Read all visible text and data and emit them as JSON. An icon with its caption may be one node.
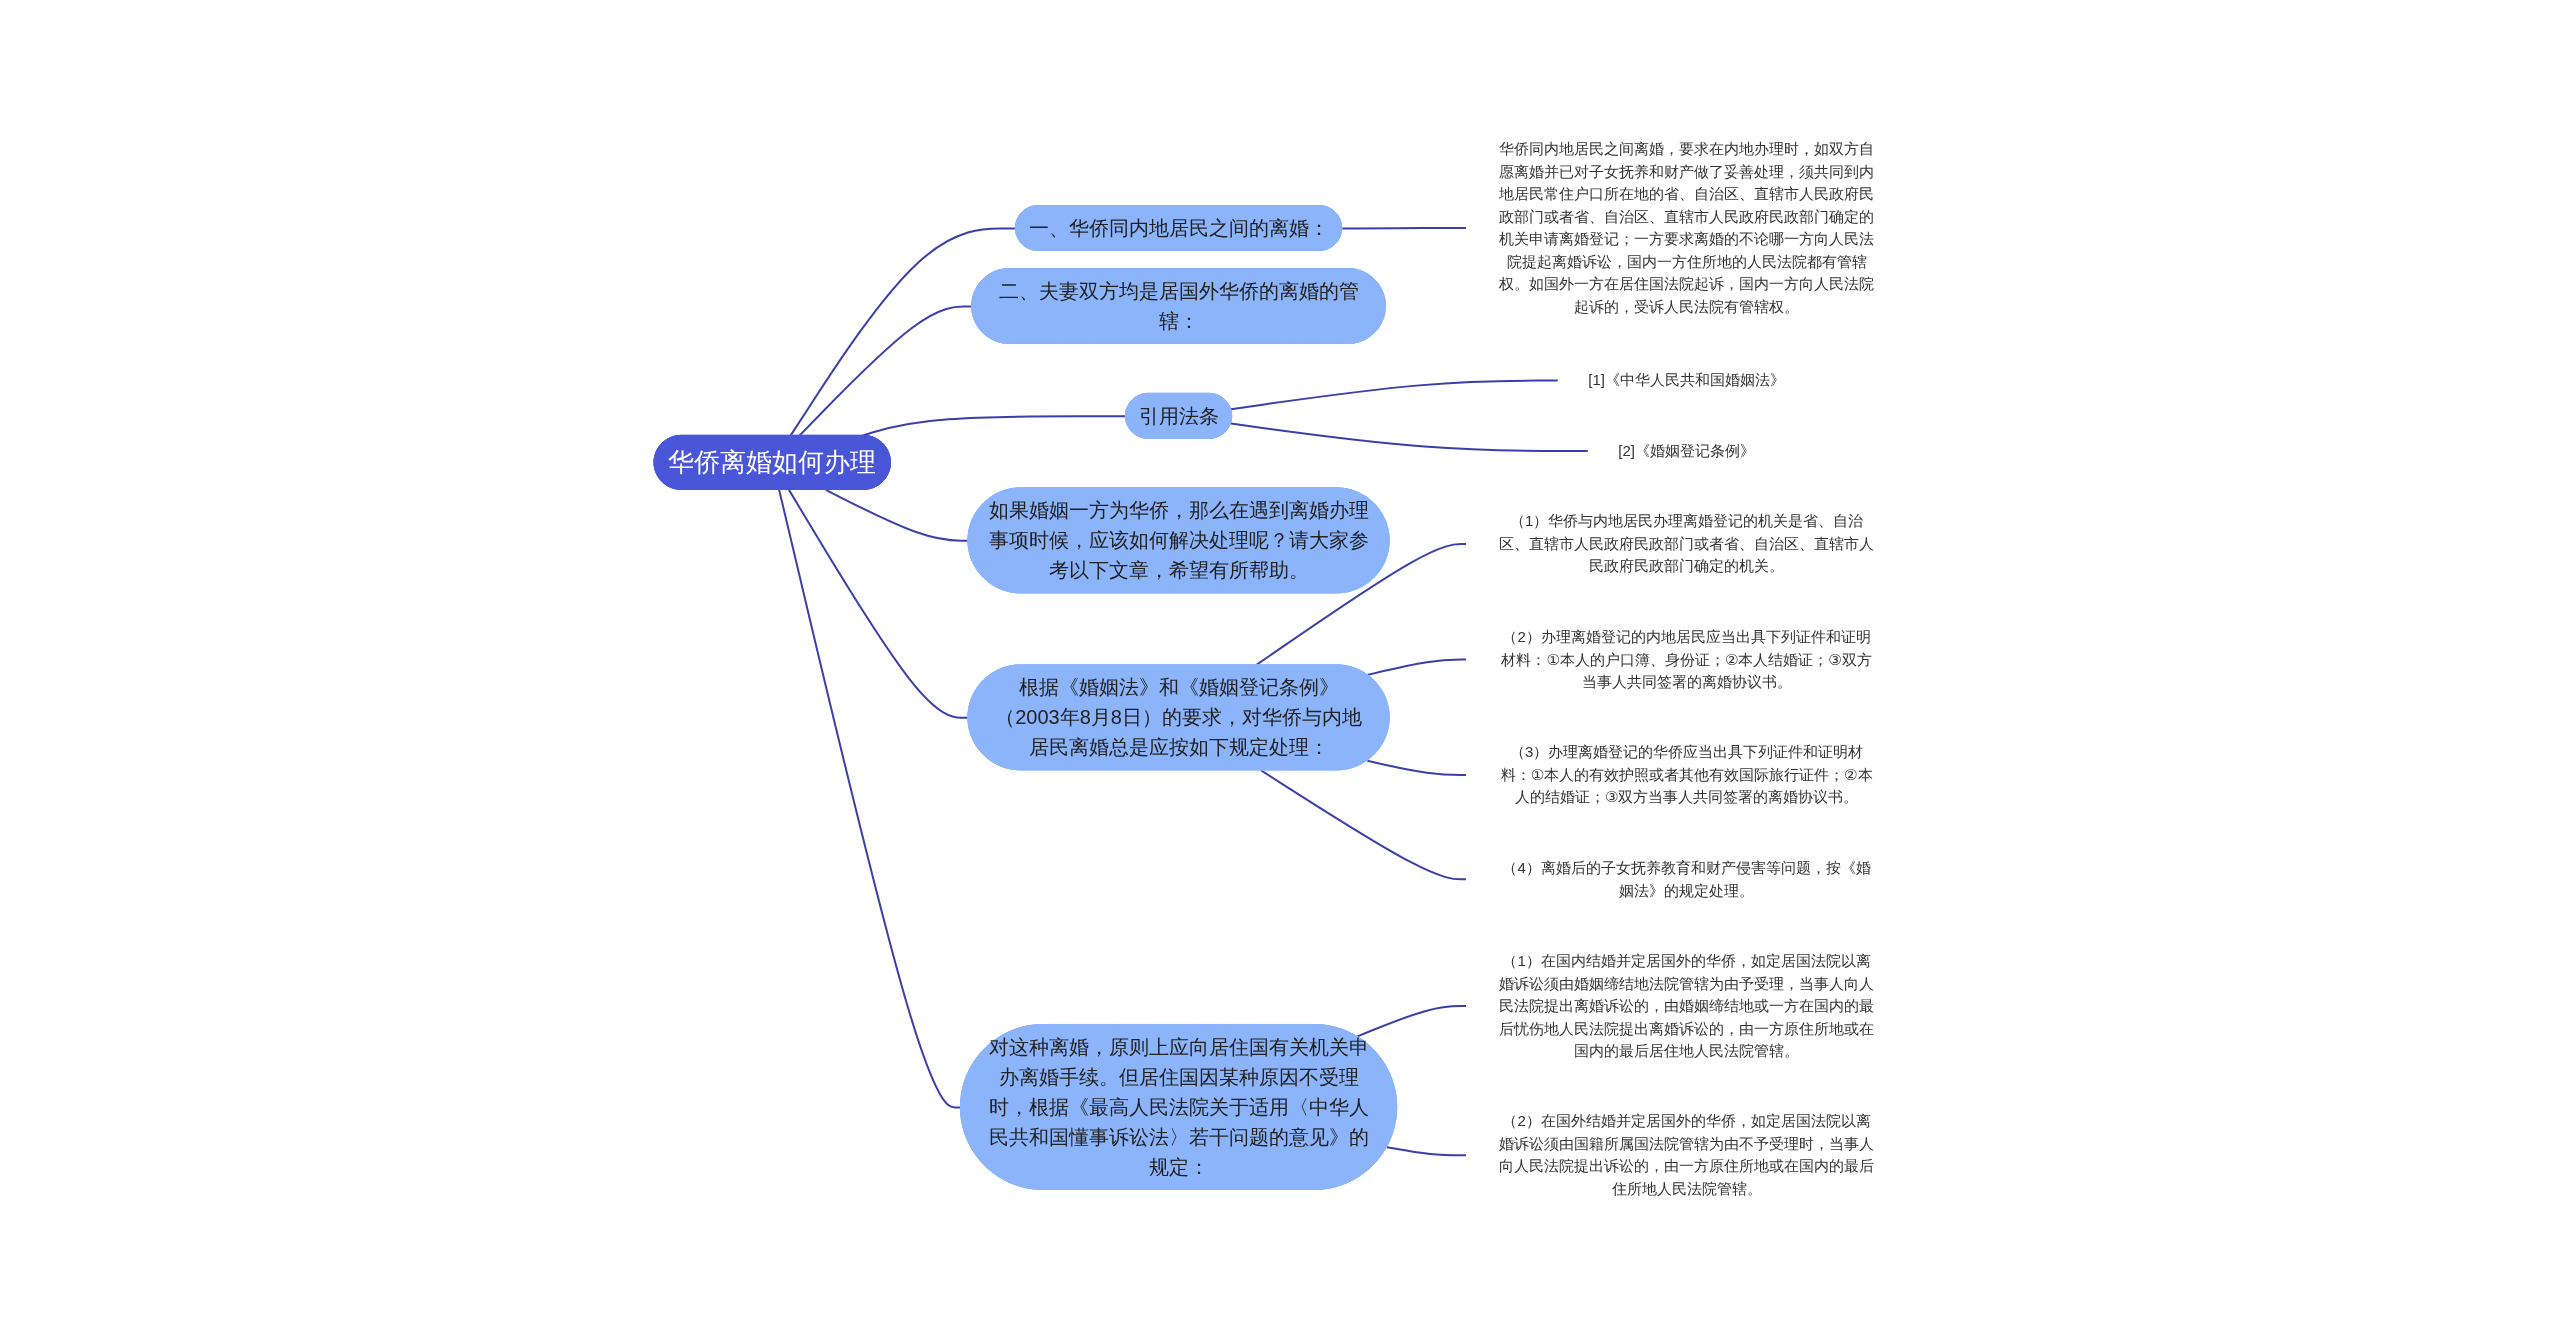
{
  "diagram": {
    "nodes": [
      {
        "text": [
          "华侨离婚如何办理"
        ]
      },
      {
        "text": [
          "一、华侨同内地居民之间的离婚："
        ]
      },
      {
        "text": [
          "华侨同内地居民之间离婚，要求在内地办理时，如双方自愿离婚并已对子女抚养和财产做了妥善处理，须共同到内地居民常住户口所在地的省、自治区、直辖市人民政府民政部门或者省、自治区、直辖市人民政府民政部门确定的机关申请离婚登记；一方要求离婚的不论哪一方向人民法院提起离婚诉讼，国内一方住所地的人民法院都有管辖权。如国外一方在居住国法院起诉，国内一方向人民法院起诉的，受诉人民法院有管辖权。"
        ]
      },
      {
        "text": [
          "二、夫妻双方均是居国外华侨的离婚的管辖："
        ]
      },
      {
        "text": [
          "引用法条"
        ]
      },
      {
        "text": [
          "[1]《中华人民共和国婚姻法》"
        ]
      },
      {
        "text": [
          "[2]《婚姻登记条例》"
        ]
      },
      {
        "text": [
          "如果婚姻一方为华侨，那么在遇到离婚办理事项时候，应该如何解决处理呢？请大家参考以下文章，希望有所帮助。"
        ]
      },
      {
        "text": [
          "根据《婚姻法》和《婚姻登记条例》（2003年8月8日）的要求，对华侨与内地居民离婚总是应按如下规定处理："
        ]
      },
      {
        "text": [
          "（1）华侨与内地居民办理离婚登记的机关是省、自治区、直辖市人民政府民政部门或者省、自治区、直辖市人民政府民政部门确定的机关。"
        ]
      },
      {
        "text": [
          "（2）办理离婚登记的内地居民应当出具下列证件和证明材料：①本人的户口簿、身份证；②本人结婚证；③双方当事人共同签署的离婚协议书。"
        ]
      },
      {
        "text": [
          "（3）办理离婚登记的华侨应当出具下列证件和证明材料：①本人的有效护照或者其他有效国际旅行证件；②本人的结婚证；③双方当事人共同签署的离婚协议书。"
        ]
      },
      {
        "text": [
          "（4）离婚后的子女抚养教育和财产侵害等问题，按《婚姻法》的规定处理。"
        ]
      },
      {
        "text": [
          "对这种离婚，原则上应向居住国有关机关申办离婚手续。但居住国因某种原因不受理时，根据《最高人民法院关于适用〈中华人民共和国懂事诉讼法〉若干问题的意见》的规定："
        ]
      },
      {
        "text": [
          "（1）在国内结婚并定居国外的华侨，如定居国法院以离婚诉讼须由婚姻缔结地法院管辖为由予受理，当事人向人民法院提出离婚诉讼的，由婚姻缔结地或一方在国内的最后忧伤地人民法院提出离婚诉讼的，由一方原住所地或在国内的最后居住地人民法院管辖。"
        ]
      },
      {
        "text": [
          "（2）在国外结婚并定居国外的华侨，如定居国法院以离婚诉讼须由国籍所属国法院管辖为由不予受理时，当事人向人民法院提出诉讼的，由一方原住所地或在国内的最后住所地人民法院管辖。"
        ]
      }
    ],
    "edges": [
      {
        "from": 0,
        "to": 1,
        "arrow": "none"
      },
      {
        "from": 1,
        "to": 2,
        "arrow": "none"
      },
      {
        "from": 0,
        "to": 3,
        "arrow": "none"
      },
      {
        "from": 0,
        "to": 4,
        "arrow": "none"
      },
      {
        "from": 4,
        "to": 5,
        "arrow": "none"
      },
      {
        "from": 4,
        "to": 6,
        "arrow": "none"
      },
      {
        "from": 0,
        "to": 7,
        "arrow": "none"
      },
      {
        "from": 0,
        "to": 8,
        "arrow": "none"
      },
      {
        "from": 8,
        "to": 9,
        "arrow": "none"
      },
      {
        "from": 8,
        "to": 10,
        "arrow": "none"
      },
      {
        "from": 8,
        "to": 11,
        "arrow": "none"
      },
      {
        "from": 8,
        "to": 12,
        "arrow": "none"
      },
      {
        "from": 0,
        "to": 13,
        "arrow": "none"
      },
      {
        "from": 13,
        "to": 14,
        "arrow": "none"
      },
      {
        "from": 13,
        "to": 15,
        "arrow": "none"
      }
    ]
  }
}
